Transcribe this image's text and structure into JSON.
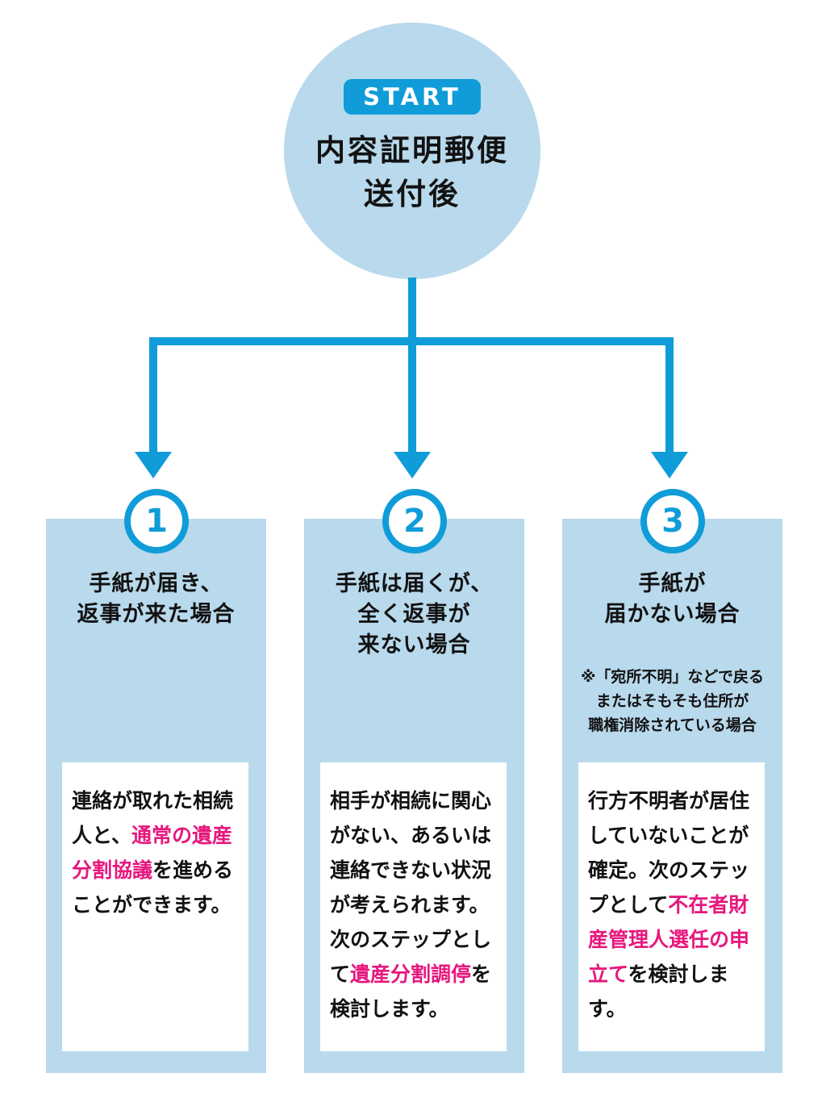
{
  "colors": {
    "accent_blue": "#0f9cd8",
    "light_blue": "#b9d9ec",
    "highlight_pink": "#e7177d",
    "text_black": "#121212",
    "background": "#ffffff"
  },
  "start": {
    "badge_label": "START",
    "title_lines": [
      "内容証明郵便",
      "送付後"
    ]
  },
  "columns": [
    {
      "number": "1",
      "heading_lines": [
        "手紙が届き、",
        "返事が来た場合"
      ],
      "note_lines": [],
      "box_lines": [
        [
          {
            "t": "連絡が取れた相続",
            "c": "black"
          }
        ],
        [
          {
            "t": "人と、",
            "c": "black"
          },
          {
            "t": "通常の遺産",
            "c": "pink"
          }
        ],
        [
          {
            "t": "分割協議",
            "c": "pink"
          },
          {
            "t": "を進める",
            "c": "black"
          }
        ],
        [
          {
            "t": "ことができます。",
            "c": "black"
          }
        ]
      ]
    },
    {
      "number": "2",
      "heading_lines": [
        "手紙は届くが、",
        "全く返事が",
        "来ない場合"
      ],
      "note_lines": [],
      "box_lines": [
        [
          {
            "t": "相手が相続に関心",
            "c": "black"
          }
        ],
        [
          {
            "t": "がない、あるいは",
            "c": "black"
          }
        ],
        [
          {
            "t": "連絡できない状況",
            "c": "black"
          }
        ],
        [
          {
            "t": "が考えられます。",
            "c": "black"
          }
        ],
        [
          {
            "t": "次のステップとし",
            "c": "black"
          }
        ],
        [
          {
            "t": "て",
            "c": "black"
          },
          {
            "t": "遺産分割調停",
            "c": "pink"
          },
          {
            "t": "を",
            "c": "black"
          }
        ],
        [
          {
            "t": "検討します。",
            "c": "black"
          }
        ]
      ]
    },
    {
      "number": "3",
      "heading_lines": [
        "手紙が",
        "届かない場合"
      ],
      "note_lines": [
        "※「宛所不明」などで戻る",
        "またはそもそも住所が",
        "職権消除されている場合"
      ],
      "box_lines": [
        [
          {
            "t": "行方不明者が居住",
            "c": "black"
          }
        ],
        [
          {
            "t": "していないことが",
            "c": "black"
          }
        ],
        [
          {
            "t": "確定。次のステッ",
            "c": "black"
          }
        ],
        [
          {
            "t": "プとして",
            "c": "black"
          },
          {
            "t": "不在者財",
            "c": "pink"
          }
        ],
        [
          {
            "t": "産管理人選任の申",
            "c": "pink"
          }
        ],
        [
          {
            "t": "立て",
            "c": "pink"
          },
          {
            "t": "を検討しま",
            "c": "black"
          }
        ],
        [
          {
            "t": "す。",
            "c": "black"
          }
        ]
      ]
    }
  ]
}
